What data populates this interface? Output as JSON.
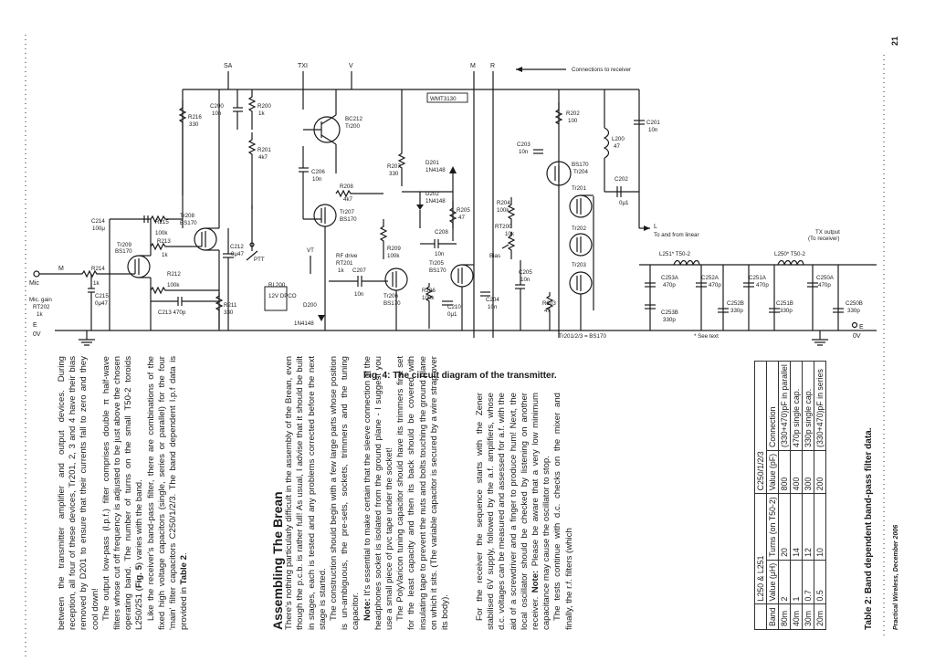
{
  "page": {
    "number": "21",
    "footer": "Practical Wireless, December 2006"
  },
  "figure": {
    "caption": "Fig. 4: The circuit diagram of the transmitter.",
    "top_signals": [
      "SA",
      "TXI",
      "V",
      "M",
      "R"
    ],
    "connections_note": "Connections to receiver",
    "wmt_box": "WMT3130",
    "to_from_linear": "To and from linear",
    "tx_output": [
      "TX output",
      "(To receiver)"
    ],
    "see_text": "* See text",
    "bs170_note": "Tr201/2/3 = BS170",
    "left_labels": {
      "mic": "Mic",
      "mic_gain": [
        "Mic. gain",
        "RT202",
        "1k"
      ],
      "ov": "0V",
      "m": "M",
      "e": "E"
    },
    "right_labels": {
      "ov": "0V",
      "e": "E"
    },
    "l_label": "L",
    "components": {
      "c214": [
        "C214",
        "100μ"
      ],
      "r214": [
        "R214",
        "1k"
      ],
      "c215": [
        "C215",
        "0μ47"
      ],
      "tr209": [
        "Tr209",
        "BS170"
      ],
      "r216": [
        "R216",
        "330"
      ],
      "r215": [
        "R215",
        "100k"
      ],
      "r213": [
        "R213",
        "1k"
      ],
      "tr208": [
        "Tr208",
        "BS170"
      ],
      "r212": [
        "R212",
        "100k"
      ],
      "c213": "C213 470p",
      "c200": [
        "C200",
        "10n"
      ],
      "r200": [
        "R200",
        "1k"
      ],
      "r201": [
        "R201",
        "4k7"
      ],
      "c212": [
        "C212",
        "0μ47"
      ],
      "ptt": "PTT",
      "r211": [
        "R211",
        "330"
      ],
      "bc212": [
        "BC212",
        "Tr200"
      ],
      "c206": [
        "C206",
        "10n"
      ],
      "r208": [
        "R208",
        "4k7"
      ],
      "tr207": [
        "Tr207",
        "BS170"
      ],
      "vt": "VT",
      "rl200": [
        "RL200",
        "12V DPCO"
      ],
      "d200": [
        "D200",
        "1N4148"
      ],
      "rf_drive": [
        "RF drive",
        "RT201",
        "1k"
      ],
      "c207": [
        "C207",
        "10n"
      ],
      "r209": [
        "R209",
        "100k"
      ],
      "tr206": [
        "Tr206",
        "BS170"
      ],
      "r207": [
        "R207",
        "330"
      ],
      "d201": [
        "D201",
        "1N4148"
      ],
      "d202": [
        "D202",
        "1N4148"
      ],
      "c208": [
        "C208",
        "10n"
      ],
      "tr205": [
        "Tr205",
        "BS170"
      ],
      "r205": [
        "R205",
        "47"
      ],
      "r206": [
        "R206",
        "100k"
      ],
      "c210": [
        "C210",
        "0μ1"
      ],
      "c204": [
        "C204",
        "10n"
      ],
      "r204": [
        "R204",
        "100k"
      ],
      "rt200": [
        "RT200",
        "10k"
      ],
      "bias": "Bias",
      "c205": [
        "C205",
        "10n"
      ],
      "r202": [
        "R202",
        "100"
      ],
      "c203": [
        "C203",
        "10n"
      ],
      "bs170_204": [
        "BS170",
        "Tr204"
      ],
      "l200": [
        "L200",
        "47"
      ],
      "c201": [
        "C201",
        "10n"
      ],
      "c202": [
        "C202",
        "0μ1"
      ],
      "tr201": "Tr201",
      "tr202": "Tr202",
      "tr203": "Tr203",
      "r203": [
        "R203",
        "47"
      ],
      "l251": "L251* T50-2",
      "l250": "L250* T50-2",
      "c253a": [
        "C253A",
        "470p"
      ],
      "c253b": [
        "C253B",
        "330p"
      ],
      "c252a": [
        "C252A",
        "470p"
      ],
      "c252b": [
        "C252B",
        "330p"
      ],
      "c251a": [
        "C251A",
        "470p"
      ],
      "c251b": [
        "C251B",
        "330p"
      ],
      "c250a": [
        "C250A",
        "470p"
      ],
      "c250b": [
        "C250B",
        "330p"
      ]
    }
  },
  "article": {
    "col1": {
      "p1": "between the transmitter amplifier and output devices. During reception, all four of these devices, Tr201, 2, 3 and 4 have their bias removed by D201 to ensure that their currents fall to zero and they cool down!",
      "p2a": "The output low-pass (l.p.f.) filter comprises double π half-wave filters whose cut off frequency is adjusted to be just above the chosen operating band. The number of turns on the small T50-2 toroids L250/251 (",
      "p2b": "Fig. 5",
      "p2c": ") varies with the band.",
      "p3a": "Like the receiver's band-pass filter, there are combinations of the fixed high voltage capacitors (single, series or parallel) for the four 'main' filter capacitors C250/1/2/3. The band dependent l.p.f data is provided in ",
      "p3b": "Table 2",
      "p3c": "."
    },
    "col2": {
      "heading": "Assembling The Brean",
      "p1": "There's nothing particularly difficult in the assembly of the Brean, even though the p.c.b. is rather full! As usual, I advise that it should be built in stages, each is tested and any problems corrected before the next stage is started.",
      "p2": "The construction should begin with a few large parts whose position is un-ambiguous, the pre-sets, sockets, trimmers and the tuning capacitor.",
      "p3a": "Note:",
      "p3b": " It's essential to make certain that the sleeve connection of the headphones socket is isolated from the ground plane - I suggest you use a small piece of pvc tape under the socket!",
      "p4": "The PolyVaricon tuning capacitor should have its trimmers first set for the least capacity and then its back should be covered with insulating tape to prevent the nuts and bolts touching the ground plane on which it sits. (The variable capacitor is secured by a wire strap over its body)."
    },
    "col3": {
      "p1": "For the receiver the sequence starts with the Zener stabilised 6V supply, followed by the a.f. amplifiers, whose d.c. voltages can be measured and assessed for a.f. with the aid of a screwdriver and a finger to produce hum! Next, the local oscillator should be checked by listening on another receiver.",
      "p1b": " Note:",
      "p1c": " Please be aware that a very low minimum capacitance may cause the oscillator to stop.",
      "p2": "The tests continue with d.c. checks on the mixer and finally, the r.f. filters (which"
    }
  },
  "table2": {
    "caption": "Table 2: Band dependent band-pass filter data.",
    "group_headers": [
      "L250 & L251",
      "C250/1/2/3"
    ],
    "headers": [
      "Band",
      "Value (μH)",
      "Turns (on T50-2)",
      "Value (pF)",
      "Connection"
    ],
    "rows": [
      [
        "80m",
        "2",
        "20",
        "800",
        "(330+470)pF in parallel"
      ],
      [
        "40m",
        "1",
        "14",
        "400",
        "470p single cap."
      ],
      [
        "30m",
        "0.7",
        "12",
        "300",
        "330p single cap."
      ],
      [
        "20m",
        "0.5",
        "10",
        "200",
        "(330+470)pF in series"
      ]
    ]
  }
}
